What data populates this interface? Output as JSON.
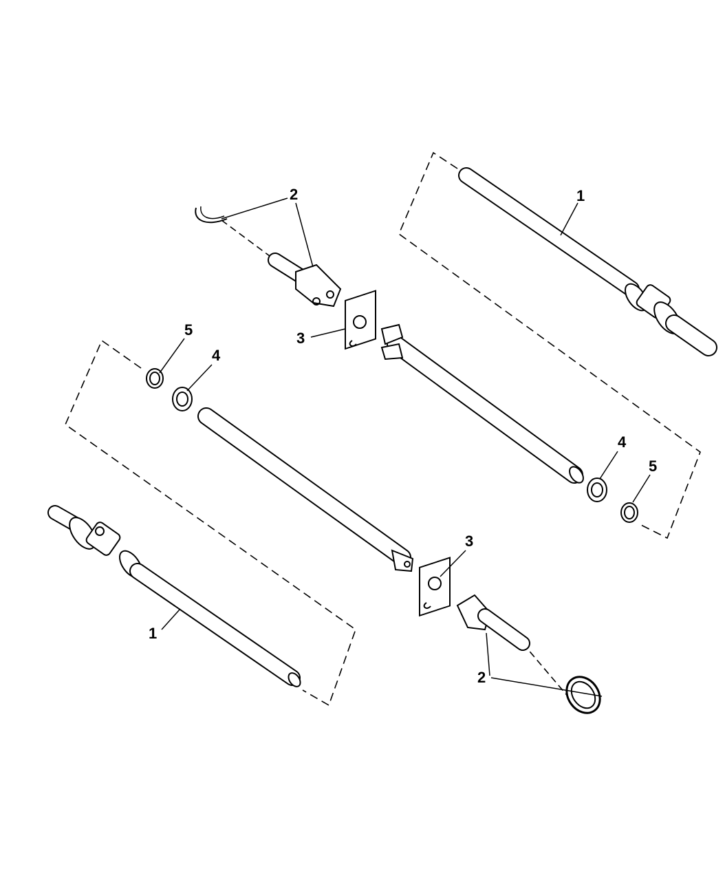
{
  "diagram": {
    "line_color": "#000000",
    "background": "#ffffff",
    "callouts": [
      {
        "id": "c2-top",
        "label": "2"
      },
      {
        "id": "c1-top",
        "label": "1"
      },
      {
        "id": "c3-top",
        "label": "3"
      },
      {
        "id": "c5-left",
        "label": "5"
      },
      {
        "id": "c4-left",
        "label": "4"
      },
      {
        "id": "c4-right",
        "label": "4"
      },
      {
        "id": "c5-right",
        "label": "5"
      },
      {
        "id": "c3-bottom",
        "label": "3"
      },
      {
        "id": "c1-bottom",
        "label": "1"
      },
      {
        "id": "c2-bottom",
        "label": "2"
      }
    ]
  }
}
